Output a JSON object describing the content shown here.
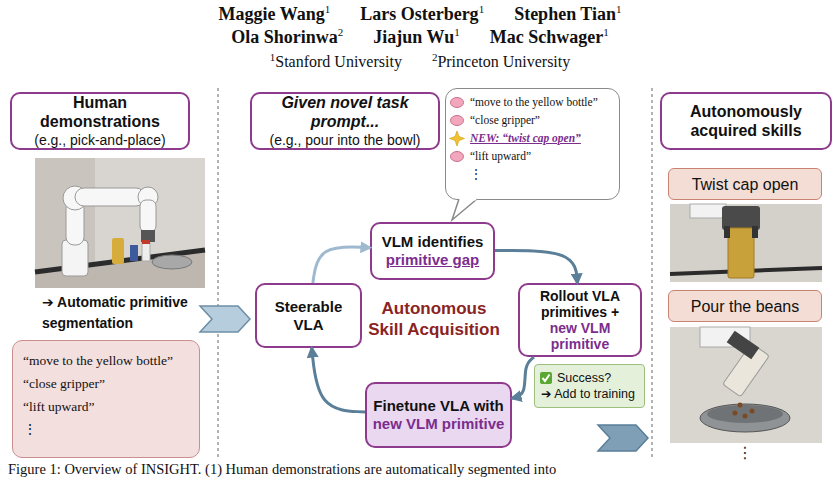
{
  "diagram": {
    "caption": "Figure 1: Overview of INSIGHT. (1) Human demonstrations are automatically segmented into",
    "nodes": [
      {
        "text": [
          "Human demonstrations",
          "(e.g., pick-and-place)"
        ]
      },
      {
        "text": [
          "“move to the yellow bottle”",
          "“close gripper”",
          "“lift upward”",
          "⋮"
        ]
      },
      {
        "text": [
          "Given novel task prompt...",
          "(e.g., pour into the bowl)"
        ]
      },
      {
        "text": [
          "“move to the yellow bottle”",
          "“close gripper”",
          "NEW: “twist cap open”",
          "“lift upward”",
          "⋮"
        ]
      },
      {
        "text": [
          "VLM identifies",
          "primitive gap"
        ]
      },
      {
        "text": [
          "Steerable VLA"
        ]
      },
      {
        "text": [
          "Rollout VLA primitives +",
          "new VLM primitive"
        ]
      },
      {
        "text": [
          "Success?",
          "➔ Add to training"
        ]
      },
      {
        "text": [
          "Finetune VLA with",
          "new VLM primitive"
        ]
      },
      {
        "text": [
          "Autonomously acquired skills"
        ]
      },
      {
        "text": [
          "Twist cap open"
        ]
      },
      {
        "text": [
          "Pour the beans"
        ]
      }
    ],
    "edges": [
      {
        "from": 5,
        "to": 4,
        "arrow": "to"
      },
      {
        "from": 4,
        "to": 6,
        "arrow": "to"
      },
      {
        "from": 6,
        "to": 8,
        "arrow": "to"
      },
      {
        "from": 8,
        "to": 5,
        "arrow": "to"
      }
    ],
    "labels": [
      "Maggie Wang",
      "1",
      "Lars Osterberg",
      "1",
      "Stephen Tian",
      "1",
      "Ola Shorinwa",
      "2",
      "Jiajun Wu",
      "1",
      "Mac Schwager",
      "1",
      "1",
      "Stanford University",
      "2",
      "Princeton University",
      "➔ Automatic primitive segmentation",
      "Autonomous Skill Acquisition",
      "⋮"
    ]
  }
}
